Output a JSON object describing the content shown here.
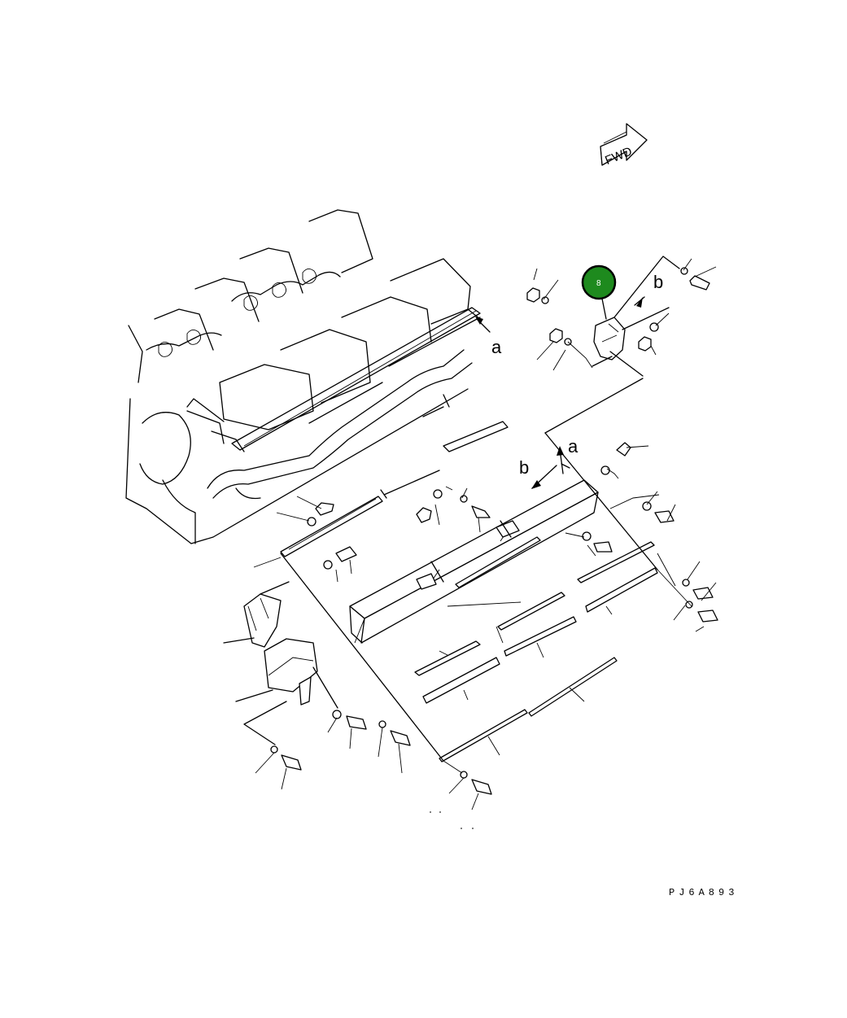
{
  "direction_marker": {
    "text": "FWD"
  },
  "callouts": {
    "a_top": "a",
    "b_top": "b",
    "a_mid": "a",
    "b_mid": "b"
  },
  "highlight_badge": {
    "text": "8",
    "color": "#1e8a1e"
  },
  "drawing_code": "PJ6A893"
}
